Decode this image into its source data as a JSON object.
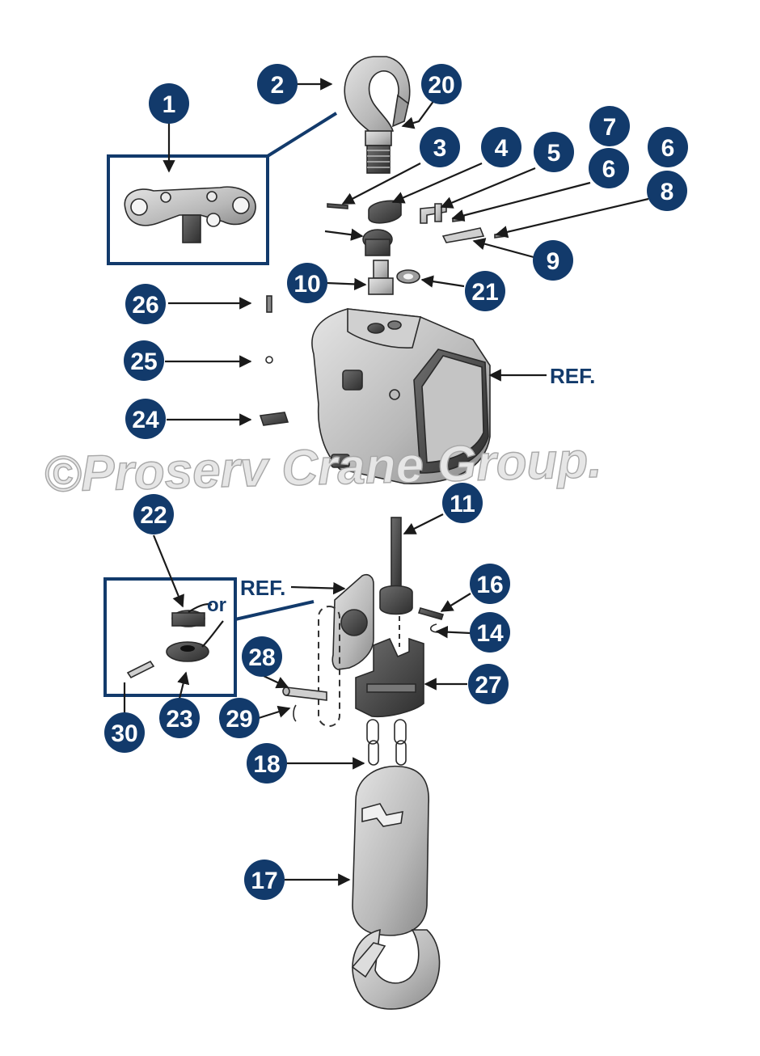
{
  "watermark": "©Proserv Crane Group.",
  "ref_label": "REF.",
  "or_label": "or",
  "callouts": [
    "1",
    "2",
    "3",
    "4",
    "5",
    "6",
    "7",
    "8",
    "9",
    "10",
    "11",
    "14",
    "16",
    "17",
    "18",
    "20",
    "21",
    "22",
    "23",
    "24",
    "25",
    "26",
    "27",
    "28",
    "29",
    "30"
  ],
  "colors": {
    "callout": "#123a6b",
    "part_fill": "#c9c9c9",
    "part_shadow": "#7a7a7a"
  }
}
